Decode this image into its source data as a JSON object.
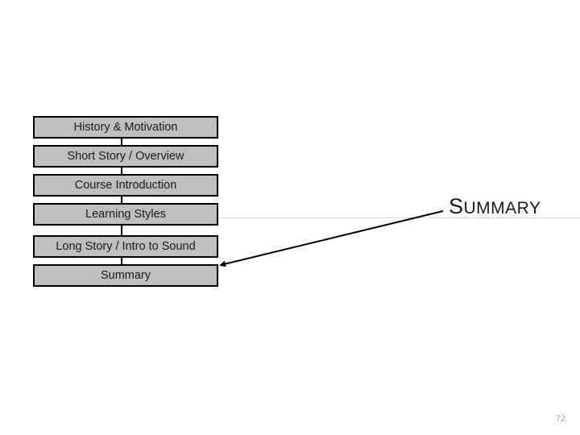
{
  "diagram": {
    "boxes": [
      "History & Motivation",
      "Short Story / Overview",
      "Course Introduction",
      "Learning Styles",
      "Long Story / Intro to Sound",
      "Summary"
    ]
  },
  "slide": {
    "title_initial": "S",
    "title_rest": "UMMARY",
    "page_number": "72"
  }
}
